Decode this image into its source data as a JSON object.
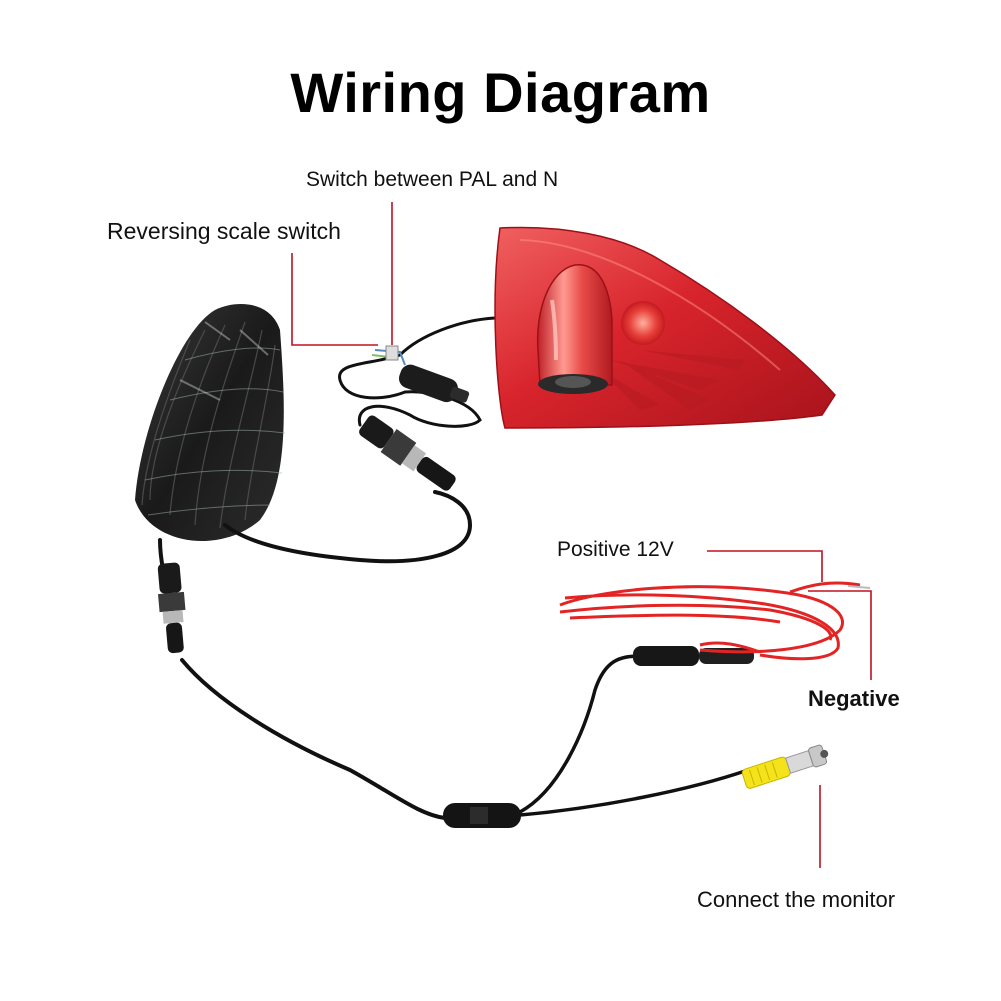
{
  "title": "Wiring Diagram",
  "labels": {
    "switch_pal_ntsc": "Switch between PAL and N",
    "reversing_scale_switch": "Reversing scale switch",
    "positive_12v": "Positive 12V",
    "negative": "Negative",
    "connect_monitor": "Connect the monitor"
  },
  "colors": {
    "leader_line": "#c0111f",
    "camera_housing": "#d8242c",
    "power_red": "#e32424",
    "cable_black": "#111111",
    "rca_yellow": "#f4e21a"
  }
}
